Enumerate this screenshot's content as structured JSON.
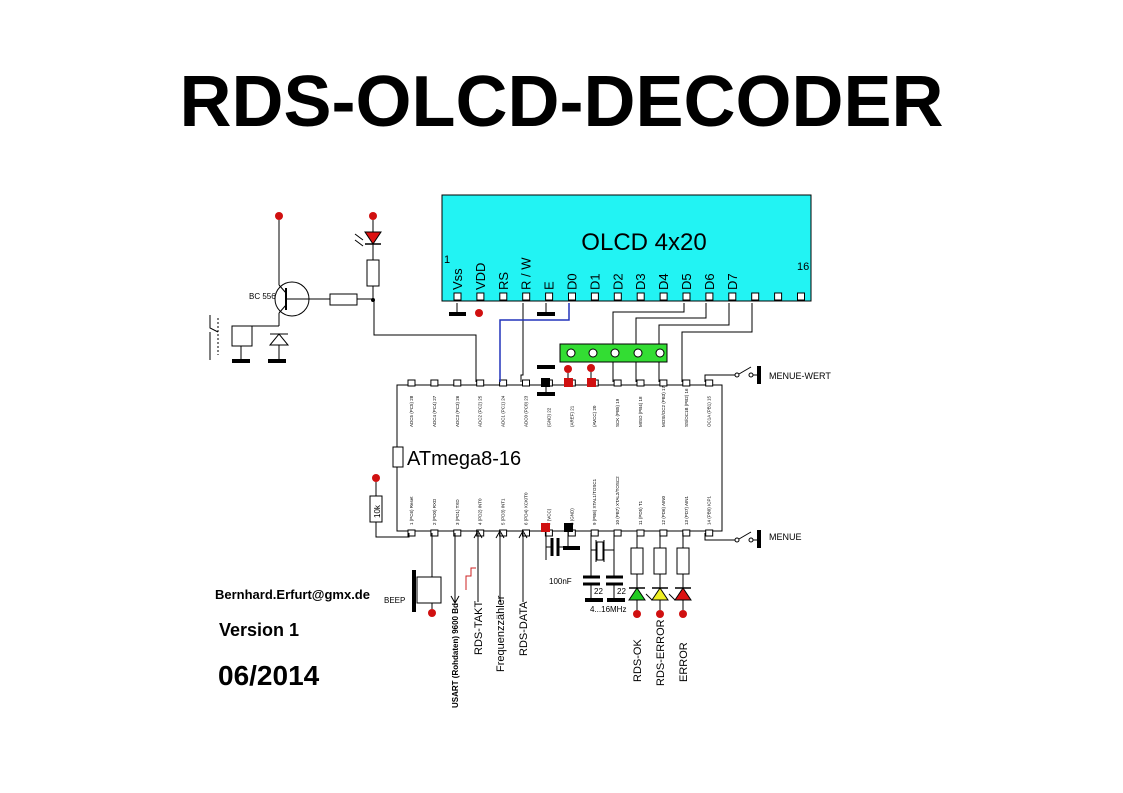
{
  "title": "RDS-OLCD-DECODER",
  "display": {
    "label": "OLCD 4x20",
    "pin_first": "1",
    "pin_last": "16",
    "pins": [
      "Vss",
      "VDD",
      "RS",
      "R / W",
      "E",
      "D0",
      "D1",
      "D2",
      "D3",
      "D4",
      "D5",
      "D6",
      "D7"
    ]
  },
  "mcu": {
    "label": "ATmega8-16",
    "top_pins": [
      "ADC5 (PC5) 28",
      "ADC4 (PC4) 27",
      "ADC3 (PC3) 26",
      "ADC2 (PC2) 25",
      "ADC1 (PC1) 24",
      "ADC0 (PC0) 23",
      "(GND) 22",
      "(AREF) 21",
      "(AVCC) 20",
      "SCK (PB5) 19",
      "MISO (PB4) 18",
      "MOSI/OC2 (PB3) 17",
      "SS/OC1B (PB2) 16",
      "OC1A (PB1) 15"
    ],
    "bottom_pins": [
      "1 (PC6) Reset",
      "2 (PD0) RXD",
      "3 (PD1) TXD",
      "4 (PD2) INT0",
      "5 (PD3) INT1",
      "6 (PD4) XCK/T0",
      "7 (VCC)",
      "8 (GND)",
      "9 (PB6) XTAL1/TOSC1",
      "10 (PB7) XTAL2/TOSC2",
      "11 (PD5) T1",
      "12 (PD6) AIN0",
      "13 (PD7) AIN1",
      "14 (PB0) ICP1"
    ]
  },
  "components": {
    "transistor": "BC 556",
    "resistor_reset": "10k",
    "cap": "100nF",
    "cap_c1": "22",
    "cap_c2": "22",
    "crystal": "4...16MHz",
    "beep": "BEEP"
  },
  "buttons": {
    "menue_wert": "MENUE-WERT",
    "menue": "MENUE"
  },
  "signals": {
    "usart": "USART (Rohdaten) 9600 Bd",
    "rds_takt": "RDS-TAKT",
    "frequenz": "Frequenzzähler",
    "rds_data": "RDS-DATA",
    "rds_ok": "RDS-OK",
    "rds_error": "RDS-ERROR",
    "error": "ERROR"
  },
  "footer": {
    "author": "Bernhard.Erfurt@gmx.de",
    "version": "Version 1",
    "date": "06/2014"
  },
  "colors": {
    "display_fill": "#22f3f3",
    "connector_fill": "#33dd33",
    "power_dot": "#d01010",
    "led_green": "#22cc22",
    "led_yellow": "#eeee22",
    "led_red": "#dd1111",
    "e_wire": "#2233bb"
  }
}
